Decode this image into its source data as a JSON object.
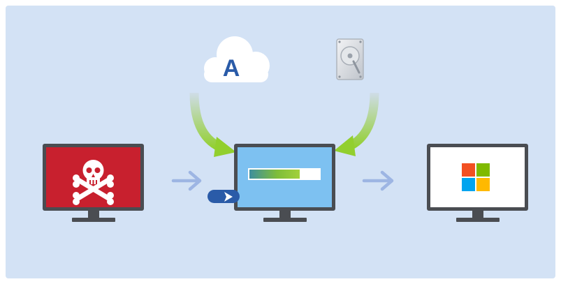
{
  "diagram": {
    "background_color": "#D3E2F5",
    "nodes": [
      {
        "id": "infected-computer",
        "icon": "skull-crossbones-icon",
        "screen_color": "#C8202E"
      },
      {
        "id": "recovery-computer",
        "icon": "progress-bar-icon",
        "screen_color": "#7DC1F1",
        "progress": 0.72
      },
      {
        "id": "restored-computer",
        "icon": "windows-logo-icon",
        "screen_color": "#FFFFFF"
      },
      {
        "id": "cloud-backup",
        "icon": "acronis-cloud-icon",
        "logo_letter": "A"
      },
      {
        "id": "local-backup",
        "icon": "hard-drive-icon"
      },
      {
        "id": "boot-media",
        "icon": "acronis-boot-media-icon"
      }
    ],
    "edges": [
      {
        "from": "infected-computer",
        "to": "recovery-computer",
        "style": "straight",
        "color": "#9DB5E3"
      },
      {
        "from": "recovery-computer",
        "to": "restored-computer",
        "style": "straight",
        "color": "#9DB5E3"
      },
      {
        "from": "cloud-backup",
        "to": "recovery-computer",
        "style": "curved-gradient",
        "color_start": "#CFDCE8",
        "color_end": "#92CF2E"
      },
      {
        "from": "local-backup",
        "to": "recovery-computer",
        "style": "curved-gradient",
        "color_start": "#CFDCE8",
        "color_end": "#92CF2E"
      }
    ],
    "colors": {
      "monitor_frame": "#4A4D52",
      "arrow": "#9DB5E3",
      "green": "#92CF2E",
      "acronis_blue": "#2A5BA8",
      "windows_red": "#F25022",
      "windows_green": "#7FBA00",
      "windows_blue": "#00A4EF",
      "windows_yellow": "#FFB900"
    }
  }
}
